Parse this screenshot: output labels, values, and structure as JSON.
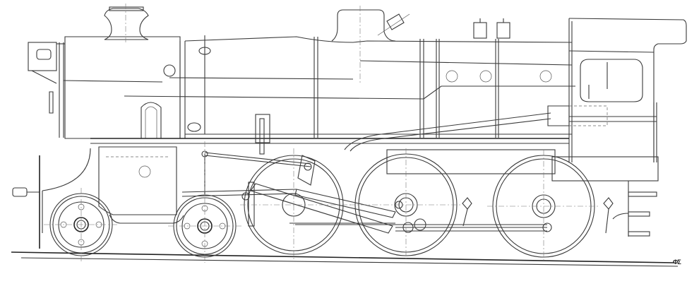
{
  "drawing": {
    "title": "Steam locomotive side elevation (technical line drawing)",
    "subject": "4-6-0 / 2-C tender-less side view: boiler, chimney, dome, cab, cylinders, valve gear, bogie and coupled wheels",
    "line_color": "#3a3a3a",
    "background": "#ffffff",
    "components": {
      "chimney": "chimney",
      "smokebox": "smokebox",
      "headlamp": "headlamp",
      "boiler": "boiler",
      "steam_dome": "steam-dome",
      "safety_valves": "safety-valves",
      "cab": "cab",
      "cab_window": "cab-window",
      "running_board": "running-board",
      "cylinder": "cylinder",
      "valve_gear": "walschaerts-valve-gear",
      "bogie_wheels": 2,
      "coupled_wheels": 3,
      "buffer": "buffer",
      "rail": "rail"
    },
    "rail_mark": "ΦΣ"
  }
}
